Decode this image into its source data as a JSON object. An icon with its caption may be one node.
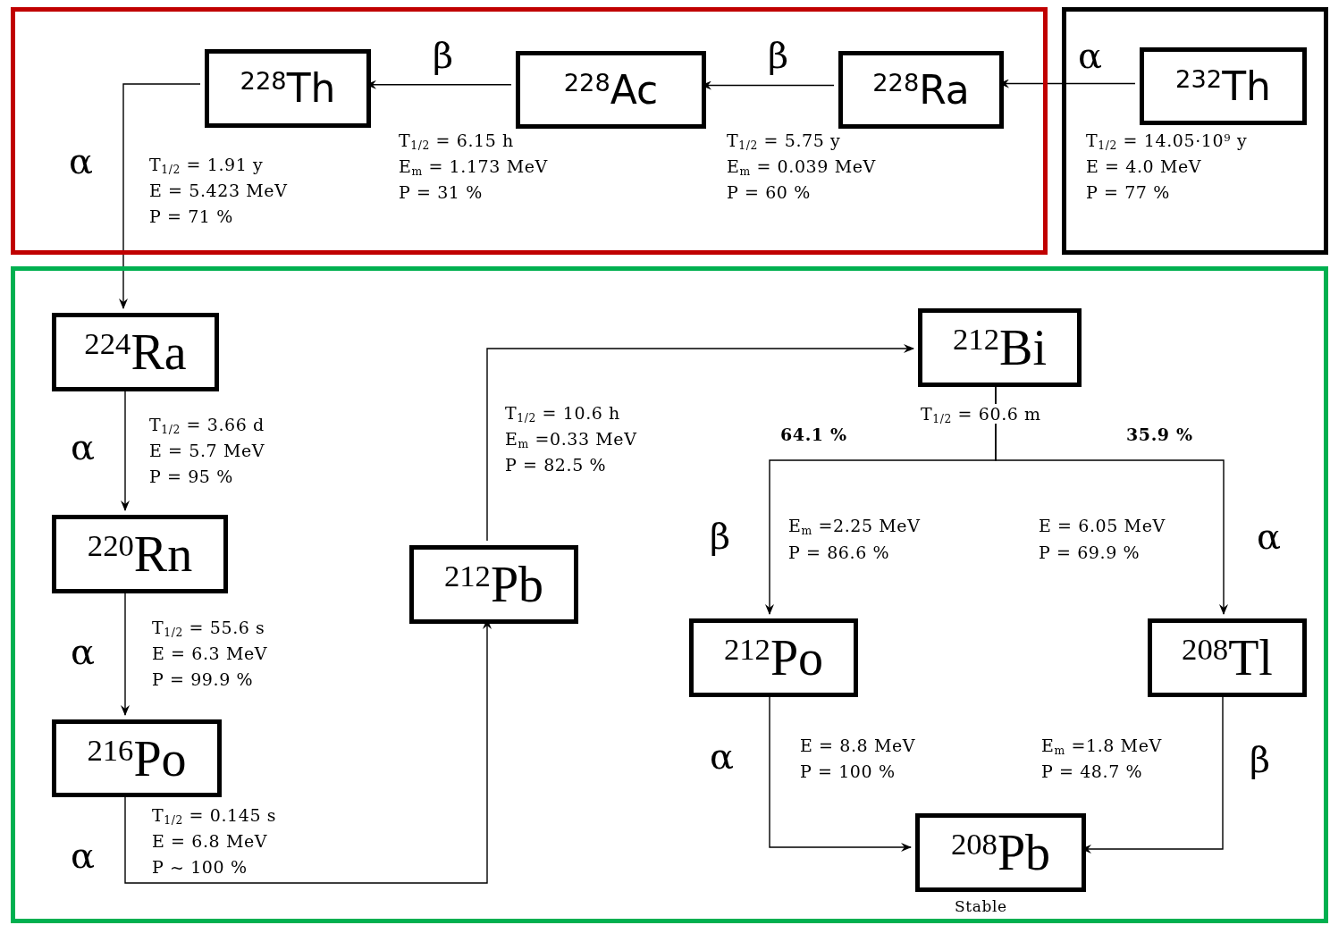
{
  "diagram": {
    "nodes": [
      {
        "text": [],
        "shape": "box"
      },
      {
        "text": [],
        "shape": "box"
      },
      {
        "text": [],
        "shape": "box"
      },
      {
        "text": [
          "$^{228}$Th"
        ],
        "in": 0,
        "beside": [
          "T$_{1/2}$ = 1.91 y",
          "E = 5.423 MeV",
          "P = 71 %"
        ]
      },
      {
        "text": [
          "$^{228}$Ac"
        ],
        "in": 0,
        "beside": [
          "T$_{1/2}$ = 6.15 h",
          "E$_{m}$ = 1.173 MeV",
          "P = 31 %"
        ]
      },
      {
        "text": [
          "$^{228}$Ra"
        ],
        "in": 0,
        "beside": [
          "T$_{1/2}$ = 5.75 y",
          "E$_{m}$ = 0.039 MeV",
          "P = 60 %"
        ]
      },
      {
        "text": [
          "$^{232}$Th"
        ],
        "in": 1,
        "beside": [
          "T$_{1/2}$ = 14.05·10$^{9}$ y",
          "E = 4.0 MeV",
          "P = 77 %"
        ]
      },
      {
        "text": [
          "$^{224}$Ra"
        ],
        "in": 2,
        "beside": [
          "T$_{1/2}$ = 3.66 d",
          "E = 5.7 MeV",
          "P = 95 %"
        ]
      },
      {
        "text": [
          "$^{220}$Rn"
        ],
        "in": 2,
        "beside": [
          "T$_{1/2}$ = 55.6 s",
          "E = 6.3 MeV",
          "P = 99.9 %"
        ]
      },
      {
        "text": [
          "$^{216}$Po"
        ],
        "in": 2,
        "beside": [
          "T$_{1/2}$ = 0.145 s",
          "E = 6.8 MeV",
          "P ~ 100 %"
        ]
      },
      {
        "text": [
          "$^{212}$Pb"
        ],
        "in": 2,
        "beside": [
          "T$_{1/2}$ = 10.6 h",
          "E$_{m}$ =0.33 MeV",
          "P = 82.5 %"
        ]
      },
      {
        "text": [
          "$^{212}$Bi"
        ],
        "in": 2,
        "beside": [
          "T$_{1/2}$ = 60.6 m"
        ]
      },
      {
        "text": [
          "$^{212}$Po"
        ],
        "in": 2,
        "beside": [
          "E = 8.8 MeV",
          "P = 100 %"
        ]
      },
      {
        "text": [
          "$^{208}$Tl"
        ],
        "in": 2,
        "beside": [
          "E$_{m}$ =1.8 MeV",
          "P = 48.7 %"
        ]
      },
      {
        "text": [
          "$^{208}$Pb"
        ],
        "in": 2,
        "beside": [
          "Stable"
        ]
      }
    ],
    "edges": [
      {
        "from": 6,
        "to": 5,
        "arrow": "to",
        "label": "α"
      },
      {
        "from": 5,
        "to": 4,
        "arrow": "to",
        "label": "β"
      },
      {
        "from": 4,
        "to": 3,
        "arrow": "to",
        "label": "β"
      },
      {
        "from": 3,
        "to": 7,
        "arrow": "to",
        "label": "α"
      },
      {
        "from": 7,
        "to": 8,
        "arrow": "to",
        "label": "α"
      },
      {
        "from": 8,
        "to": 9,
        "arrow": "to",
        "label": "α"
      },
      {
        "from": 9,
        "to": 10,
        "arrow": "to",
        "label": "α"
      },
      {
        "from": 10,
        "to": 11,
        "arrow": "to"
      },
      {
        "from": 11,
        "to": 12,
        "arrow": "to",
        "label": "β"
      },
      {
        "from": 11,
        "to": 13,
        "arrow": "to",
        "label": "α"
      },
      {
        "from": 12,
        "to": 14,
        "arrow": "to",
        "label": "α"
      },
      {
        "from": 13,
        "to": 14,
        "arrow": "to",
        "label": "β"
      }
    ],
    "labels": [
      "64.1 %",
      "35.9 %",
      "E$_{m}$ =2.25 MeV",
      "P = 86.6 %",
      "E = 6.05 MeV",
      "P = 69.9 %"
    ]
  }
}
